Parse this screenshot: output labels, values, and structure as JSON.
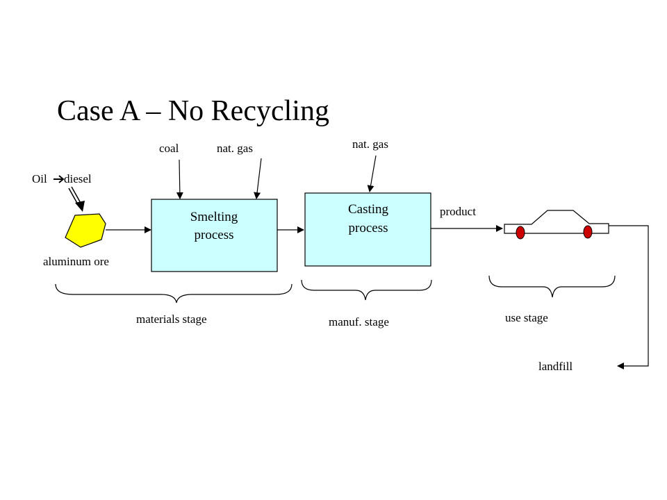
{
  "title": "Case A – No Recycling",
  "inputs": {
    "coal": "coal",
    "nat_gas_smelting": "nat. gas",
    "nat_gas_casting": "nat. gas",
    "oil": "Oil",
    "diesel": "diesel",
    "oil_arrow_icon": "right-arrow-icon"
  },
  "processes": {
    "smelting": {
      "line1": "Smelting",
      "line2": "process"
    },
    "casting": {
      "line1": "Casting",
      "line2": "process"
    }
  },
  "labels": {
    "aluminum_ore": "aluminum ore",
    "product": "product",
    "landfill": "landfill"
  },
  "stages": {
    "materials": "materials stage",
    "manufacturing": "manuf. stage",
    "use": "use stage"
  },
  "colors": {
    "process_fill": "#ccffff",
    "ore_fill": "#ffff00",
    "wheel_fill": "#cc0000",
    "car_fill": "#ffffff",
    "stroke": "#000000"
  }
}
